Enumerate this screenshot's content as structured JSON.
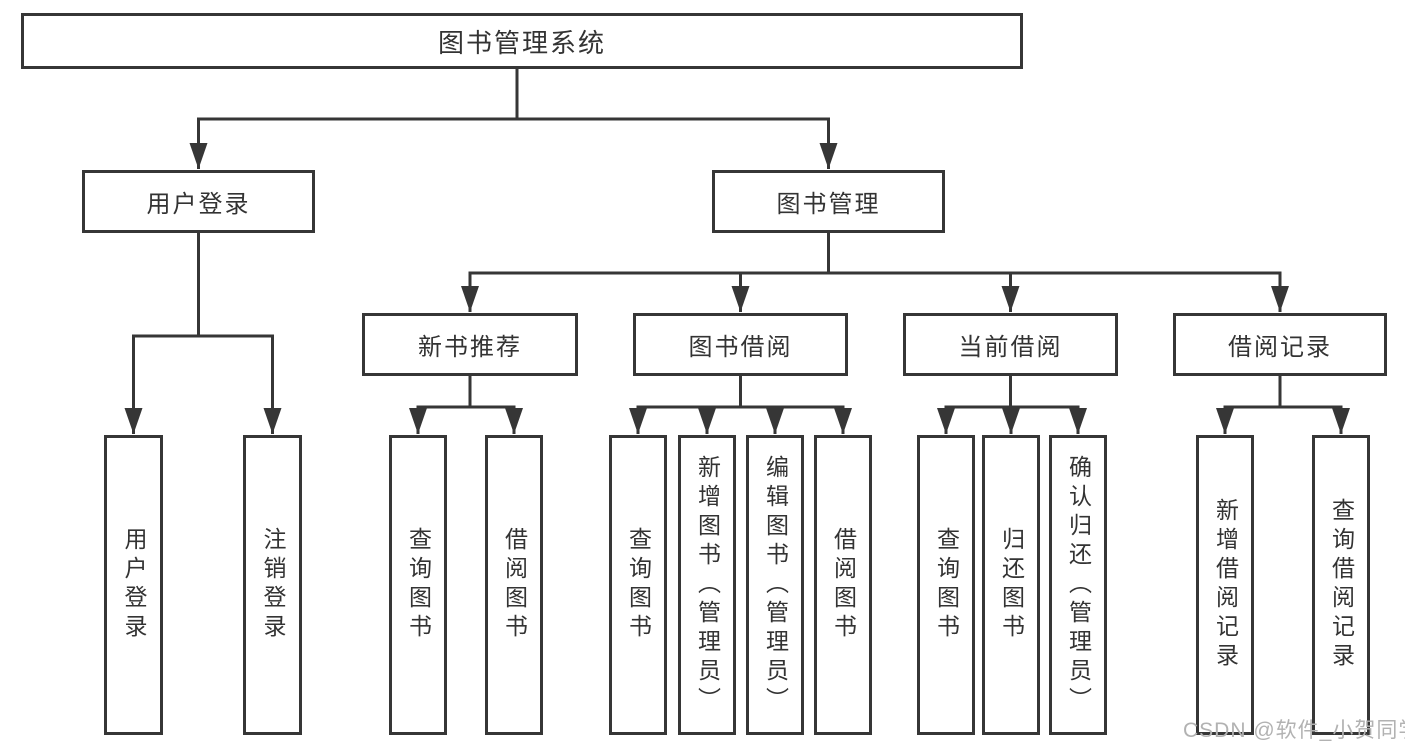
{
  "nodes": {
    "root": {
      "label": "图书管理系统"
    },
    "user_login": {
      "label": "用户登录"
    },
    "book_mgmt": {
      "label": "图书管理"
    },
    "login": {
      "label": "用户登录"
    },
    "logout": {
      "label": "注销登录"
    },
    "new_book_rec": {
      "label": "新书推荐"
    },
    "book_borrow": {
      "label": "图书借阅"
    },
    "current_borrow": {
      "label": "当前借阅"
    },
    "borrow_record": {
      "label": "借阅记录"
    },
    "nbr_query_book": {
      "label": "查询图书"
    },
    "nbr_borrow_book": {
      "label": "借阅图书"
    },
    "bb_query_book": {
      "label": "查询图书"
    },
    "bb_add_book": {
      "label": "新增图书（管理员）"
    },
    "bb_edit_book": {
      "label": "编辑图书（管理员）"
    },
    "bb_borrow_book": {
      "label": "借阅图书"
    },
    "cb_query_book": {
      "label": "查询图书"
    },
    "cb_return_book": {
      "label": "归还图书"
    },
    "cb_confirm_return": {
      "label": "确认归还（管理员）"
    },
    "br_add_record": {
      "label": "新增借阅记录"
    },
    "br_query_record": {
      "label": "查询借阅记录"
    }
  },
  "watermark": {
    "text": "CSDN @软件_小贺同学"
  },
  "colors": {
    "line": "#363636",
    "text": "#333333",
    "box_background": "#ffffff",
    "page_background": "#ffffff",
    "watermark": "#b2b2b2"
  }
}
